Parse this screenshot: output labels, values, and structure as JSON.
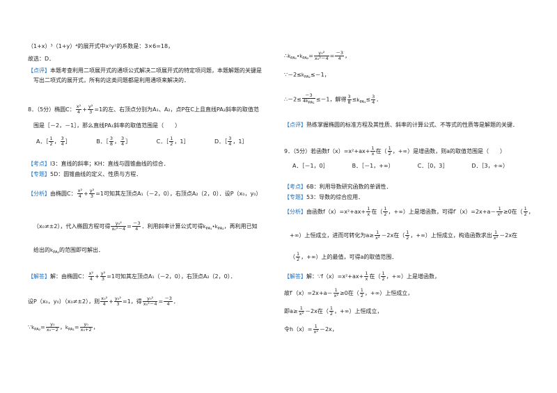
{
  "left": {
    "l1": "（1+x）³（1+y）⁴的展开式中x²y²的系数是：3×6=18，",
    "l2": "故选：D．",
    "comment_tag": "【点评】",
    "comment_text": "本题考查利用二项展开式的通项公式解决二项展开式的特定项问题，本题解题的关键是",
    "comment_text2": "写出二项式的展开式，所有的这类问题都是利用通项来解决的．",
    "q8_a": "8．（5分）椭圆C：",
    "q8_b": "的左、右顶点分别为A₁、A₂，点P在C上且直线PA₂斜率的取值范",
    "q8_c": "围是［－2，－1］，那么直线PA₁斜率的取值范围是（　　）",
    "opt_a": "A．",
    "opt_b": "B．",
    "opt_c": "C．",
    "opt_d": "D．",
    "kd_tag": "【考点】",
    "kd_text": "I3：直线的斜率；KH：直线与圆锥曲线的综合．",
    "zt_tag": "【专题】",
    "zt_text": "5D：圆锥曲线的定义、性质与方程．",
    "fx_tag": "【分析】",
    "fx_a": "由椭圆C：",
    "fx_b": "可知其左顶点A₁（－2，0），右顶点A₂（2，0）．设P（x₀，y₀）",
    "fx_c": "（x₀≠±2），代入椭圆方程可得",
    "fx_d": "．利用斜率计算公式可得",
    "fx_e": "，再利用已知",
    "fx_f": "给出的",
    "fx_g": "的范围即可解出．",
    "jd_tag": "【解答】",
    "jd_a": "解：由椭圆C：",
    "jd_b": "可知其左顶点A₁（－2，0），右顶点A₂（2，0）．",
    "jd_c": "设P（x₀，y₀）（x₀≠±2），则",
    "jd_d": "，得",
    "jd_e": "．",
    "jd_f": "∵",
    "jd_g": "，",
    "jd_h": "，"
  },
  "right": {
    "r1": "∴",
    "r2": "∵－2≤",
    "r2b": "≤－1，",
    "r3": "∴－2≤",
    "r3b": "≤－1，解得",
    "r3c": "≤",
    "r3d": "≤",
    "r3e": "．",
    "r_dp_tag": "【点评】",
    "r_dp_text": "熟练掌握椭圆的标准方程及其性质、斜率的计算公式、不等式的性质等是解题的关键．",
    "q9_a": "9．（5分）若函数f（x）=x²+ax+",
    "q9_b": "在（",
    "q9_c": "，+∞）是增函数，则a的取值范围是（　　）",
    "q9_opt_a": "A．［－1，0］",
    "q9_opt_b": "B．［－1，+∞）",
    "q9_opt_c": "C．［0，3］",
    "q9_opt_d": "D．［3，+∞）",
    "kd_tag": "【考点】",
    "kd_text": "6B：利用导数研究函数的单调性．",
    "zt_tag": "【专题】",
    "zt_text": "53：导数的综合应用．",
    "fx_tag": "【分析】",
    "fx_a": "由函数f（x）=x²+ax+",
    "fx_b": "在（",
    "fx_c": "，+∞）上是增函数，可得f′（x）=2x+a－",
    "fx_d": "≥0在（",
    "fx_e": "，",
    "fx_f": "+∞）上恒成立，进而可转化为a≥",
    "fx_g": "－2x在（",
    "fx_h": "，+∞）上恒成立，构造函数求出",
    "fx_i": "－2x在",
    "fx_j": "（",
    "fx_k": "，+∞）上的最值，可得a的取值范围．",
    "jd_tag": "【解答】",
    "jd_a": "解：∵f（x）=x²+ax+",
    "jd_b": "在（",
    "jd_c": "，+∞）上是增函数，",
    "jd_d": "故f′（x）=2x+a－",
    "jd_e": "≥0在（",
    "jd_f": "，+∞）上恒成立，",
    "jd_g": "即a≥",
    "jd_h": "－2x在（",
    "jd_i": "，+∞）上恒成立，",
    "jd_j": "令h（x）=",
    "jd_k": "－2x，"
  },
  "math": {
    "one": "1",
    "two": "2",
    "three": "3",
    "four": "4",
    "x2": "x²",
    "y2": "y²",
    "x": "x",
    "y0": "y₀",
    "y02": "y₀²",
    "x02m4": "x₀²－4",
    "x0m2": "x₀－2",
    "x0p2": "x₀+2",
    "x024": "x₀²",
    "m34": "－3",
    "k": "k",
    "pa1": "PA₁",
    "pa2": "PA₂",
    "three4": "3",
    "eight": "8",
    "fourk": "4k",
    "four_pa": "PA₁",
    "dot": "•",
    "eq": "=",
    "lt1": "1",
    "lt3": "3",
    "lt4": "4"
  }
}
